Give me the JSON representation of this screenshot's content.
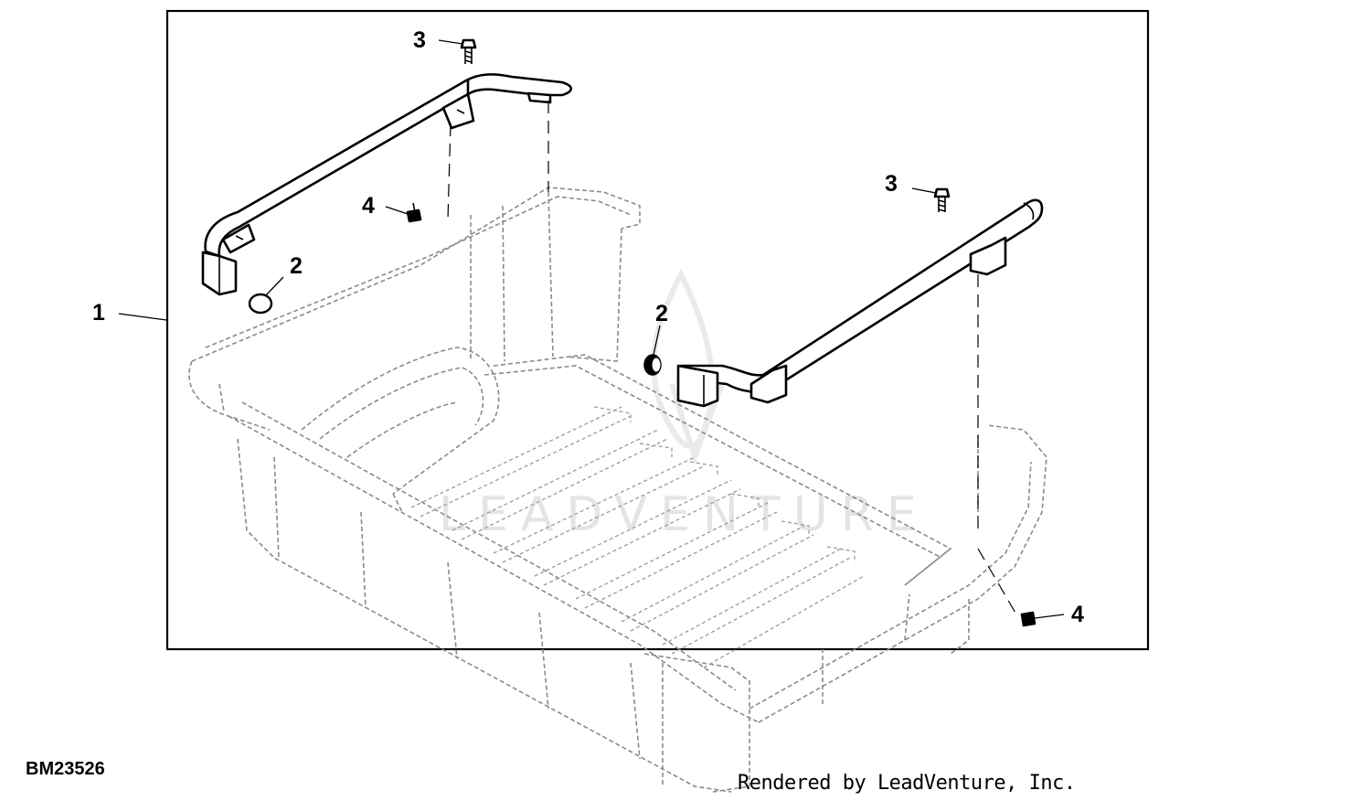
{
  "callouts": {
    "kit": "1",
    "plug_left": "2",
    "plug_right": "2",
    "bolt_left": "3",
    "bolt_right": "3",
    "nut_left": "4",
    "nut_right": "4"
  },
  "figure_id": "BM23526",
  "credit": "Rendered by LeadVenture, Inc.",
  "watermark": "LEADVENTURE",
  "colors": {
    "line": "#000000",
    "ghost_line": "#8a8a8a",
    "background": "#ffffff",
    "watermark": "#e4e4e4"
  }
}
